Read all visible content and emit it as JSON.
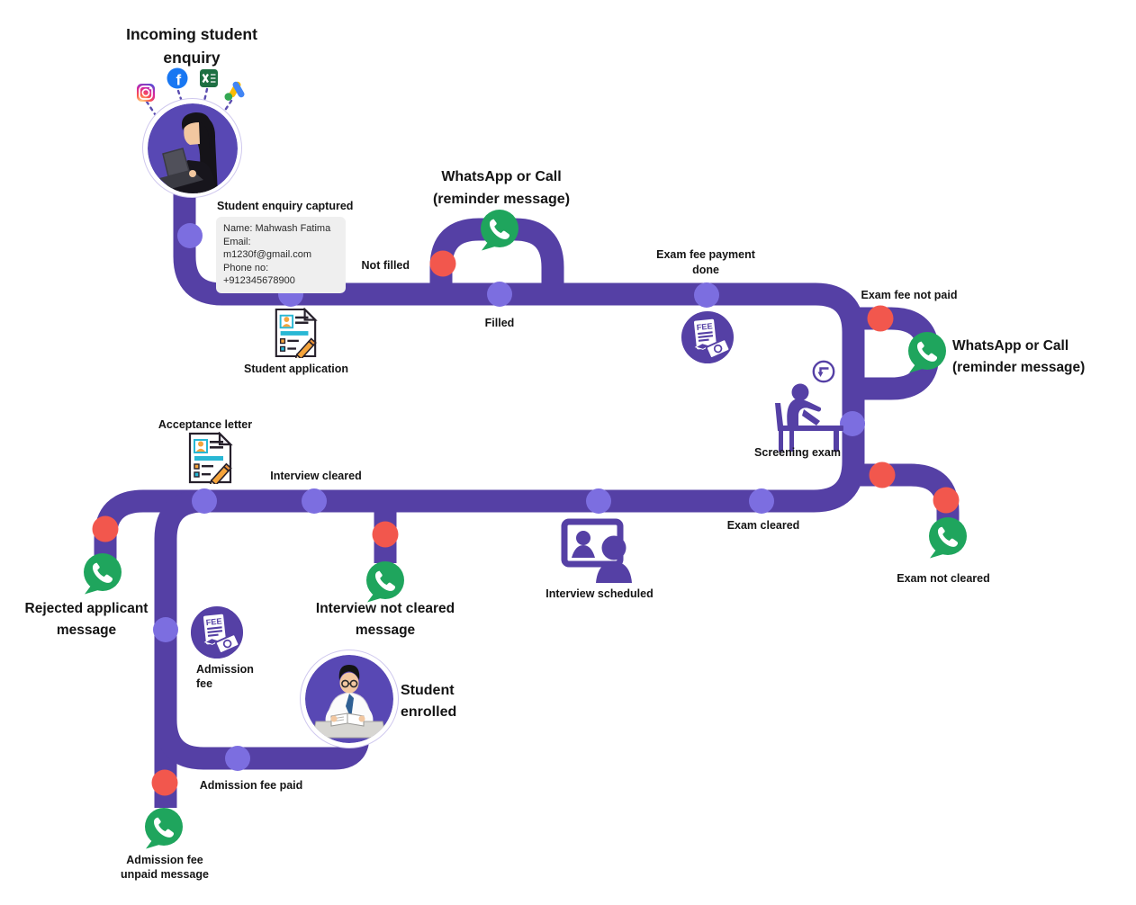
{
  "colors": {
    "path": "#5540A5",
    "node_dot": "#7C6EE0",
    "alert_dot": "#F2574D",
    "whatsapp_green": "#1FA55D",
    "info_box_bg": "#EFEFEF",
    "text": "#141414",
    "avatar_bg": "#5848B4",
    "connector": "#5B4DB0"
  },
  "icons": {
    "facebook_letter": "f",
    "fee_text": "FEE",
    "source_icons": [
      "instagram-icon",
      "facebook-icon",
      "excel-icon",
      "google-ads-icon"
    ]
  },
  "start": {
    "title": "Incoming student\nenquiry"
  },
  "enquiry": {
    "heading": "Student enquiry captured",
    "name": "Name: Mahwash Fatima",
    "email": "Email: m1230f@gmail.com",
    "phone": "Phone no: +912345678900"
  },
  "messages": {
    "whatsapp_top": "WhatsApp or Call\n(reminder message)",
    "whatsapp_right": "WhatsApp or Call\n(reminder message)",
    "rejected": "Rejected applicant\nmessage",
    "interview_not_cleared": "Interview not cleared\nmessage",
    "admission_unpaid": "Admission fee\nunpaid message",
    "student_enrolled": "Student\nenrolled"
  },
  "labels": {
    "not_filled": "Not filled",
    "filled": "Filled",
    "student_application": "Student application",
    "exam_fee_payment_done": "Exam fee payment\ndone",
    "exam_fee_not_paid": "Exam fee not paid",
    "screening_exam": "Screening exam",
    "acceptance_letter": "Acceptance letter",
    "interview_cleared": "Interview cleared",
    "exam_cleared": "Exam cleared",
    "interview_scheduled": "Interview scheduled",
    "exam_not_cleared": "Exam not cleared",
    "admission_fee": "Admission\nfee",
    "admission_fee_paid": "Admission fee paid"
  }
}
